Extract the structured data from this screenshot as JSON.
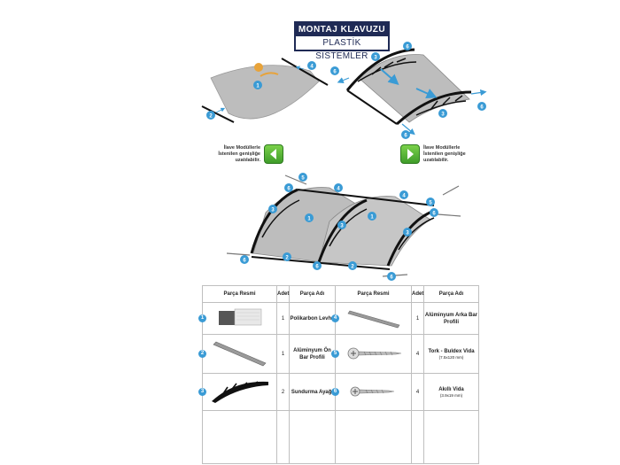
{
  "title": {
    "line1": "MONTAJ KLAVUZU",
    "line2": "PLASTİK SİSTEMLER"
  },
  "extend_note": {
    "left": [
      "İlave Modüllerle",
      "İstenilen genişliğe",
      "uzatılabilir."
    ],
    "right": [
      "İlave Modüllerle",
      "İstenilen genişliğe",
      "uzatılabilir."
    ]
  },
  "colors": {
    "badge": "#3a9bd5",
    "title_bg": "#1f2a55",
    "panel": "#bdbdbd",
    "green_button": "#4caf34"
  },
  "table": {
    "headers": {
      "image": "Parça Resmi",
      "qty": "Adet",
      "name": "Parça Adı"
    },
    "left_rows": [
      {
        "no": "1",
        "qty": "1",
        "name": "Polikarbon Levha",
        "sub": ""
      },
      {
        "no": "2",
        "qty": "1",
        "name": "Alüminyum Ön Bar Profili",
        "sub": ""
      },
      {
        "no": "3",
        "qty": "2",
        "name": "Sundurma Ayağı",
        "sub": ""
      }
    ],
    "right_rows": [
      {
        "no": "4",
        "qty": "1",
        "name": "Alüminyum Arka Bar Profili",
        "sub": ""
      },
      {
        "no": "5",
        "qty": "4",
        "name": "Tork - Buldex Vida",
        "sub": "(7.5x120 mm)"
      },
      {
        "no": "6",
        "qty": "4",
        "name": "Akıllı Vida",
        "sub": "(3.9x19 mm)"
      }
    ]
  }
}
